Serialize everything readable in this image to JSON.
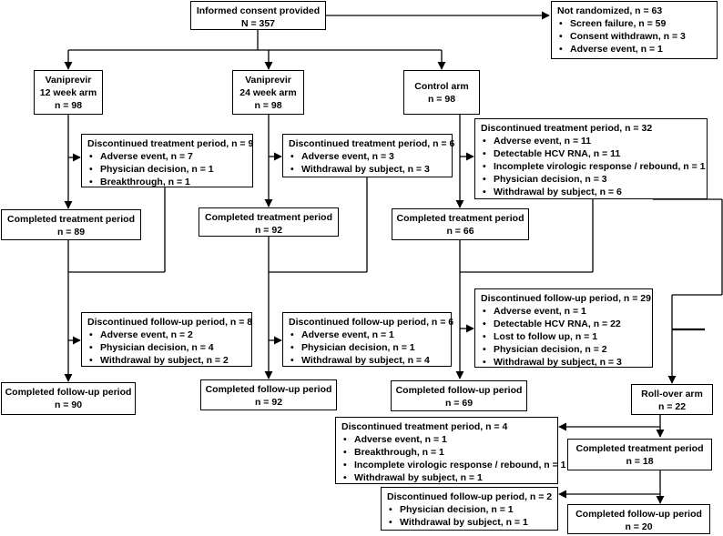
{
  "consent": {
    "title": "Informed consent provided",
    "n": "N = 357"
  },
  "not_randomized": {
    "title": "Not randomized, n = 63",
    "items": [
      "Screen failure, n = 59",
      "Consent withdrawn, n = 3",
      "Adverse event, n = 1"
    ]
  },
  "arm12": {
    "header": [
      "Vaniprevir",
      "12 week arm",
      "n = 98"
    ],
    "disc_treatment": {
      "title": "Discontinued treatment period, n = 9",
      "items": [
        "Adverse event, n = 7",
        "Physician decision, n = 1",
        "Breakthrough, n = 1"
      ]
    },
    "completed_treatment": [
      "Completed treatment period",
      "n = 89"
    ],
    "disc_followup": {
      "title": "Discontinued follow-up period, n = 8",
      "items": [
        "Adverse event, n = 2",
        "Physician decision, n = 4",
        "Withdrawal by subject, n = 2"
      ]
    },
    "completed_followup": [
      "Completed follow-up period",
      "n = 90"
    ]
  },
  "arm24": {
    "header": [
      "Vaniprevir",
      "24 week arm",
      "n = 98"
    ],
    "disc_treatment": {
      "title": "Discontinued treatment period, n = 6",
      "items": [
        "Adverse event, n = 3",
        "Withdrawal by subject, n = 3"
      ]
    },
    "completed_treatment": [
      "Completed treatment period",
      "n = 92"
    ],
    "disc_followup": {
      "title": "Discontinued follow-up period, n = 6",
      "items": [
        "Adverse event, n = 1",
        "Physician decision, n = 1",
        "Withdrawal by subject, n = 4"
      ]
    },
    "completed_followup": [
      "Completed follow-up period",
      "n = 92"
    ]
  },
  "control": {
    "header": [
      "Control arm",
      "n = 98"
    ],
    "disc_treatment": {
      "title": "Discontinued treatment period, n = 32",
      "items": [
        "Adverse event, n = 11",
        "Detectable HCV RNA, n = 11",
        "Incomplete virologic response / rebound, n = 1",
        "Physician decision, n = 3",
        "Withdrawal by subject, n = 6"
      ]
    },
    "completed_treatment": [
      "Completed treatment period",
      "n = 66"
    ],
    "disc_followup": {
      "title": "Discontinued follow-up period, n = 29",
      "items": [
        "Adverse event, n = 1",
        "Detectable HCV RNA, n = 22",
        "Lost to follow up, n = 1",
        "Physician decision, n = 2",
        "Withdrawal by subject, n = 3"
      ]
    },
    "completed_followup": [
      "Completed follow-up period",
      "n = 69"
    ]
  },
  "rollover": {
    "header": [
      "Roll-over arm",
      "n = 22"
    ],
    "disc_treatment": {
      "title": "Discontinued treatment period, n = 4",
      "items": [
        "Adverse event, n = 1",
        "Breakthrough, n = 1",
        "Incomplete virologic response / rebound, n = 1",
        "Withdrawal by subject, n = 1"
      ]
    },
    "completed_treatment": [
      "Completed treatment period",
      "n = 18"
    ],
    "disc_followup": {
      "title": "Discontinued follow-up period, n = 2",
      "items": [
        "Physician decision, n = 1",
        "Withdrawal by subject, n = 1"
      ]
    },
    "completed_followup": [
      "Completed follow-up period",
      "n = 20"
    ]
  }
}
